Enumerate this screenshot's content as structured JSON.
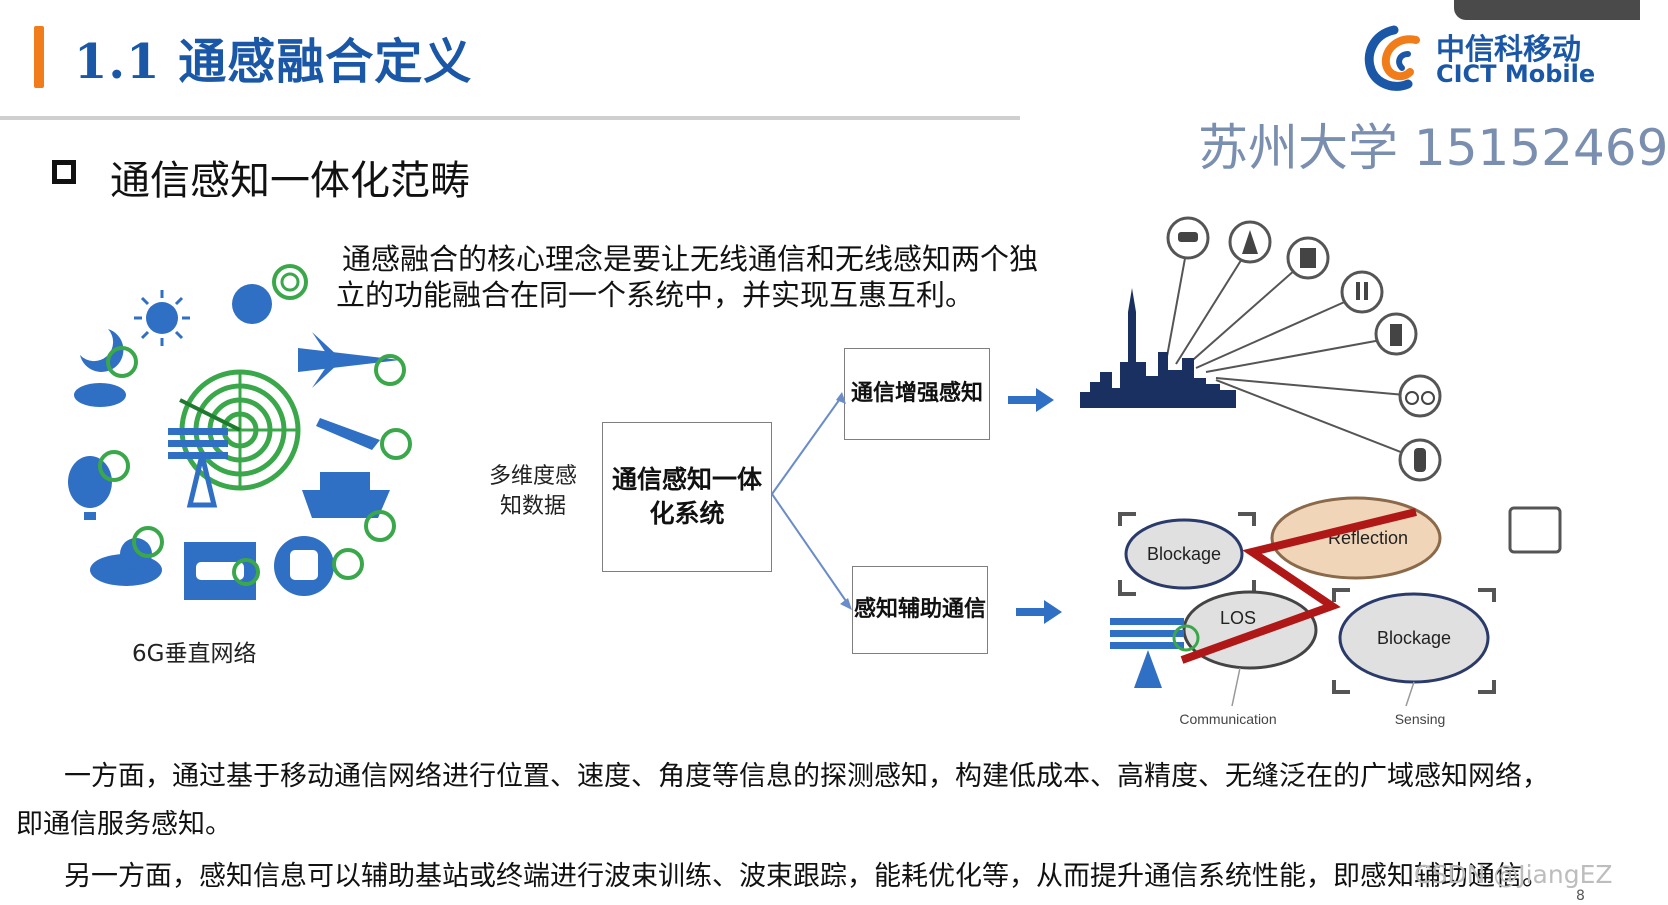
{
  "header": {
    "title": "1.1 通感融合定义",
    "logo_cn": "中信科移动",
    "logo_en": "CICT Mobile",
    "watermark": "苏州大学 15152469"
  },
  "section": {
    "heading": "通信感知一体化范畴",
    "intro_line1": "通感融合的核心理念是要让无线通信和无线感知两个独",
    "intro_line2": "立的功能融合在同一个系统中，并实现互惠互利。"
  },
  "diagram": {
    "input_label": "多维度感知数据",
    "core_node": "通信感知一体化系统",
    "top_node": "通信增强感知",
    "bottom_node": "感知辅助通信",
    "vertical_label": "6G垂直网络",
    "beam_labels": {
      "blockage_left": "Blockage",
      "reflection": "Reflection",
      "los": "LOS",
      "blockage_right": "Blockage",
      "communication": "Communication",
      "sensing": "Sensing"
    },
    "colors": {
      "accent": "#f07d1a",
      "brand_blue": "#1a57a6",
      "icon_blue": "#2f6fc4",
      "radar_green": "#3aa84a",
      "beam_red": "#b01818"
    }
  },
  "body": {
    "para1_line1": "一方面，通过基于移动通信网络进行位置、速度、角度等信息的探测感知，构建低成本、高精度、无缝泛在的广域感知网络，",
    "para1_line2": "即通信服务感知。",
    "para2": "另一方面，感知信息可以辅助基站或终端进行波束训练、波束跟踪，能耗优化等，从而提升通信系统性能，即感知辅助通信。"
  },
  "footer": {
    "csdn": "CSDN @JiangEZ",
    "page_number": "8"
  }
}
